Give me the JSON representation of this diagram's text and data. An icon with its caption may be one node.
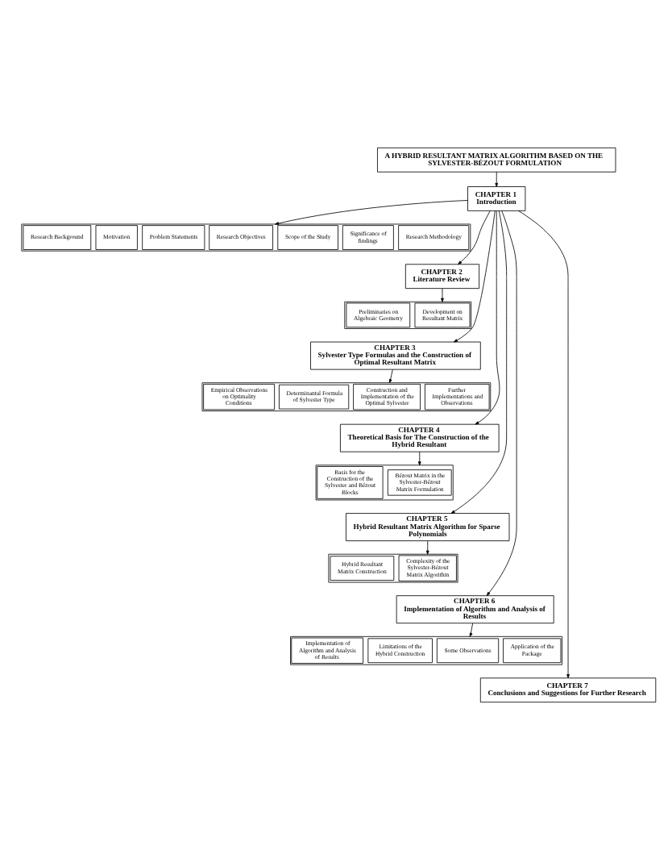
{
  "diagram": {
    "nodes": [
      {
        "text": [
          "A HYBRID RESULTANT MATRIX ALGORITHM BASED ON THE SYLVESTER-BÉZOUT FORMULATION"
        ]
      },
      {
        "text": [
          "CHAPTER 1",
          "Introduction"
        ]
      },
      {
        "text": [],
        "shape": "box"
      },
      {
        "text": [
          "Research Background"
        ],
        "in": 2
      },
      {
        "text": [
          "Motivation"
        ],
        "in": 2
      },
      {
        "text": [
          "Problem Statements"
        ],
        "in": 2
      },
      {
        "text": [
          "Research Objectives"
        ],
        "in": 2
      },
      {
        "text": [
          "Scope of the Study"
        ],
        "in": 2
      },
      {
        "text": [
          "Significance of findings"
        ],
        "in": 2
      },
      {
        "text": [
          "Research Methodology"
        ],
        "in": 2
      },
      {
        "text": [
          "CHAPTER 2",
          "Literature Review"
        ]
      },
      {
        "text": [],
        "shape": "box"
      },
      {
        "text": [
          "Preliminaries on Algebraic Geometry"
        ],
        "in": 11
      },
      {
        "text": [
          "Development on Resultant Matrix"
        ],
        "in": 11
      },
      {
        "text": [
          "CHAPTER 3",
          "Sylvester Type Formulas and the Construction of Optimal Resultant Matrix"
        ]
      },
      {
        "text": [],
        "shape": "box"
      },
      {
        "text": [
          "Empirical Observations on Optimality Conditions"
        ],
        "in": 15
      },
      {
        "text": [
          "Determinantal Formula of Sylvester Type"
        ],
        "in": 15
      },
      {
        "text": [
          "Construction and Implementation of the Optimal Sylvester"
        ],
        "in": 15
      },
      {
        "text": [
          "Further Implementations and Observations"
        ],
        "in": 15
      },
      {
        "text": [
          "CHAPTER 4",
          "Theoretical Basis for The Construction of the Hybrid Resultant"
        ]
      },
      {
        "text": [],
        "shape": "box"
      },
      {
        "text": [
          "Basis for the Construction of the Sylvester and Bézout Blocks"
        ],
        "in": 21
      },
      {
        "text": [
          "Bézout Matrix in the Sylvester-Bézout Matrix Formulation"
        ],
        "in": 21
      },
      {
        "text": [
          "CHAPTER 5",
          "Hybrid Resultant Matrix Algorithm for Sparse Polynomials"
        ]
      },
      {
        "text": [],
        "shape": "box"
      },
      {
        "text": [
          "Hybrid Resultant Matrix Construction"
        ],
        "in": 25
      },
      {
        "text": [
          "Complexity of the Sylvester-Bézout Matrix Algorithm"
        ],
        "in": 25
      },
      {
        "text": [
          "CHAPTER 6",
          "Implementation of Algorithm and Analysis of Results"
        ]
      },
      {
        "text": [],
        "shape": "box"
      },
      {
        "text": [
          "Implementation of Algorithm and Analysis of Results"
        ],
        "in": 29
      },
      {
        "text": [
          "Limitations of the Hybrid Construction"
        ],
        "in": 29
      },
      {
        "text": [
          "Some Observations"
        ],
        "in": 29
      },
      {
        "text": [
          "Application of the Package"
        ],
        "in": 29
      },
      {
        "text": [
          "CHAPTER 7",
          "Conclusions and Suggestions for Further Research"
        ]
      }
    ],
    "edges": [
      {
        "from": 0,
        "to": 1,
        "arrow": "to"
      },
      {
        "from": 1,
        "to": 2,
        "arrow": "to"
      },
      {
        "from": 10,
        "to": 11,
        "arrow": "to"
      },
      {
        "from": 14,
        "to": 15,
        "arrow": "to"
      },
      {
        "from": 20,
        "to": 21,
        "arrow": "to"
      },
      {
        "from": 24,
        "to": 25,
        "arrow": "to"
      },
      {
        "from": 28,
        "to": 29,
        "arrow": "to"
      },
      {
        "from": 1,
        "to": 10,
        "arrow": "to"
      },
      {
        "from": 1,
        "to": 14,
        "arrow": "to"
      },
      {
        "from": 1,
        "to": 20,
        "arrow": "to"
      },
      {
        "from": 1,
        "to": 24,
        "arrow": "to"
      },
      {
        "from": 1,
        "to": 28,
        "arrow": "to"
      },
      {
        "from": 1,
        "to": 34,
        "arrow": "to"
      }
    ]
  }
}
